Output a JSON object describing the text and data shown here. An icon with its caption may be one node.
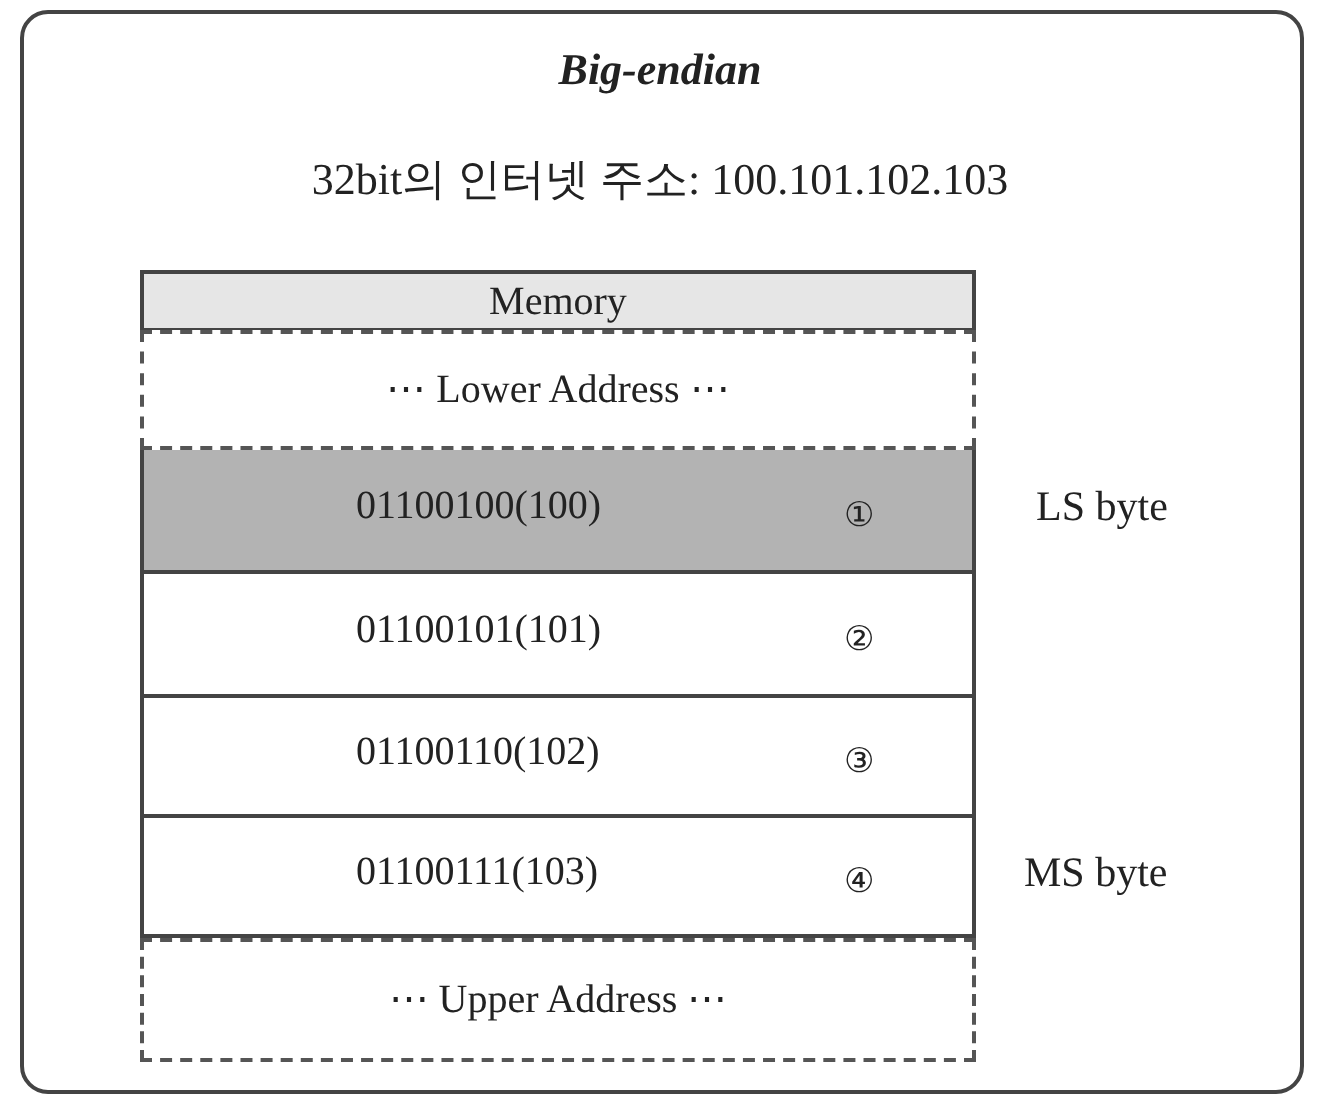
{
  "diagram": {
    "title": "Big-endian",
    "nodes": [
      {
        "text": [
          "Memory"
        ]
      },
      {
        "text": [
          "⋯ Lower Address ⋯"
        ]
      },
      {
        "text": [
          "01100100(100)",
          "①"
        ],
        "beside": [
          "LS byte"
        ]
      },
      {
        "text": [
          "01100101(101)",
          "②"
        ]
      },
      {
        "text": [
          "01100110(102)",
          "③"
        ]
      },
      {
        "text": [
          "01100111(103)",
          "④"
        ],
        "beside": [
          "MS byte"
        ]
      },
      {
        "text": [
          "⋯ Upper Address ⋯"
        ]
      }
    ],
    "labels": [
      "32bit의 인터넷 주소: 100.101.102.103"
    ]
  }
}
